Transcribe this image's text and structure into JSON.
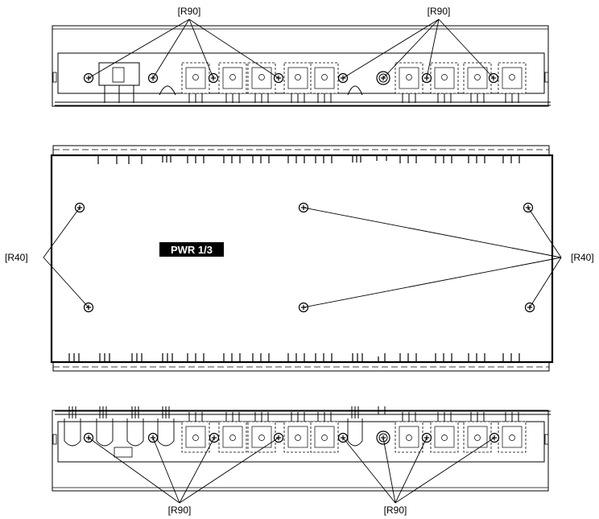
{
  "labels": {
    "top_left": "[R90]",
    "top_right": "[R90]",
    "mid_left": "[R40]",
    "mid_right": "[R40]",
    "bottom_left": "[R90]",
    "bottom_right": "[R90]",
    "board": "PWR 1/3"
  },
  "colors": {
    "line": "#000000",
    "background": "#ffffff",
    "label_fill": "#000000",
    "label_text": "#ffffff"
  },
  "icons": {
    "screw": "phillips-screw-icon",
    "transistor": "to220-transistor-icon",
    "washer": "washer-icon"
  }
}
